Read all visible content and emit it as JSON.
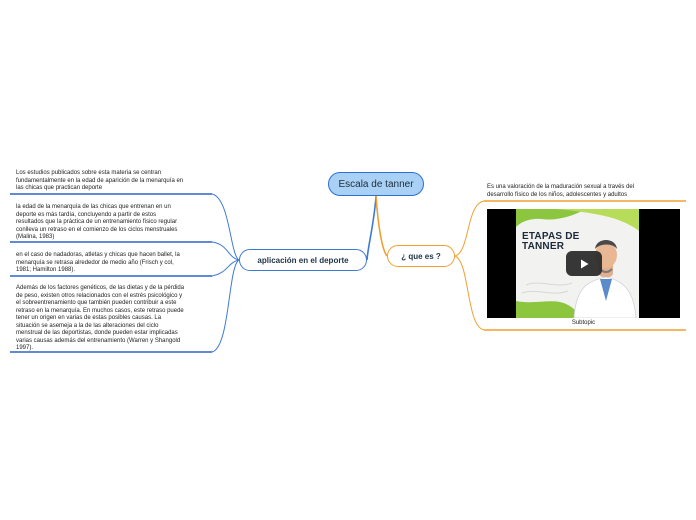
{
  "mindmap": {
    "central": {
      "label": "Escala de tanner"
    },
    "left_branch": {
      "label": "aplicación en el deporte",
      "items": [
        {
          "text": "Los estudios publicados sobre esta materia se centran\nfundamentalmente en la edad de aparición de la menarquía en\nlas chicas que practican deporte"
        },
        {
          "text": "la edad de la menarquía de las chicas que entrenan en un\ndeporte es más tardía, concluyendo a partir de estos\nresultados que la práctica de un entrenamiento físico regular\nconlleva un retraso en el comienzo de los ciclos menstruales\n(Malina, 1983)"
        },
        {
          "text": "en el caso de nadadoras, atletas y chicas que hacen ballet, la\nmenarquía se retrasa alrededor de medio año (Frisch y col,\n1981; Hamilton 1988)."
        },
        {
          "text": "Además de los factores genéticos, de las dietas y de la pérdida\nde peso, existen otros relacionados con el estrés psicológico y\nel sobreentrenamiento que también pueden contribuir a este\nretraso en la menarquía. En muchos casos, este retraso puede\ntener un origen en varias de estas posibles causas. La\nsituación se asemeja a la de las alteraciones del ciclo\nmenstrual de las deportistas, donde pueden estar implicadas\nvarias causas además del entrenamiento (Warren y Shangold\n1997)."
        }
      ]
    },
    "right_branch": {
      "label": "¿ que es ?",
      "items": [
        {
          "text": "Es una valoración de la maduración sexual a través del\ndesarrollo físico de los niños, adolescentes y adultos"
        },
        {
          "text": "Subtopic",
          "video_title": "ETAPAS DE\nTANNER"
        }
      ]
    },
    "colors": {
      "central_fill": "#a9d1f5",
      "left_branch": "#3f79d8",
      "right_branch": "#f0a030",
      "accent_green": "#8cc63f"
    }
  }
}
